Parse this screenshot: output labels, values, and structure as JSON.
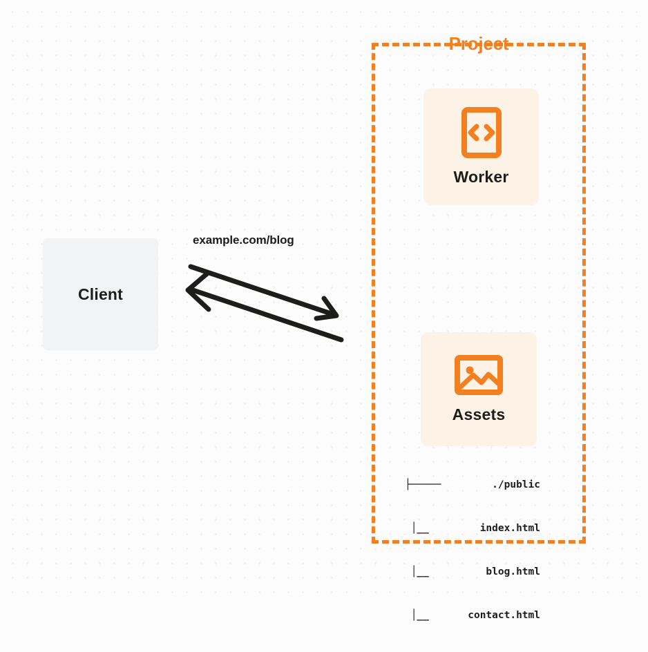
{
  "diagram": {
    "background": "#fcfcfc",
    "accent_color": "#f38020",
    "card_color": "#fdf2e6",
    "client_color": "#f2f3f4",
    "text_color": "#1d1d1b"
  },
  "client": {
    "label": "Client"
  },
  "connection": {
    "url_label": "example.com/blog",
    "request_arrow": "client-to-project",
    "response_arrow": "project-to-client"
  },
  "project": {
    "title": "Project",
    "nodes": [
      {
        "id": "worker",
        "label": "Worker",
        "icon": "code-brackets-document-icon"
      },
      {
        "id": "assets",
        "label": "Assets",
        "icon": "image-picture-icon"
      }
    ],
    "file_tree": [
      {
        "branch": "├─────",
        "name": "./public"
      },
      {
        "branch": "│__",
        "name": "index.html"
      },
      {
        "branch": "│__",
        "name": "blog.html"
      },
      {
        "branch": "│__",
        "name": "contact.html"
      }
    ]
  }
}
